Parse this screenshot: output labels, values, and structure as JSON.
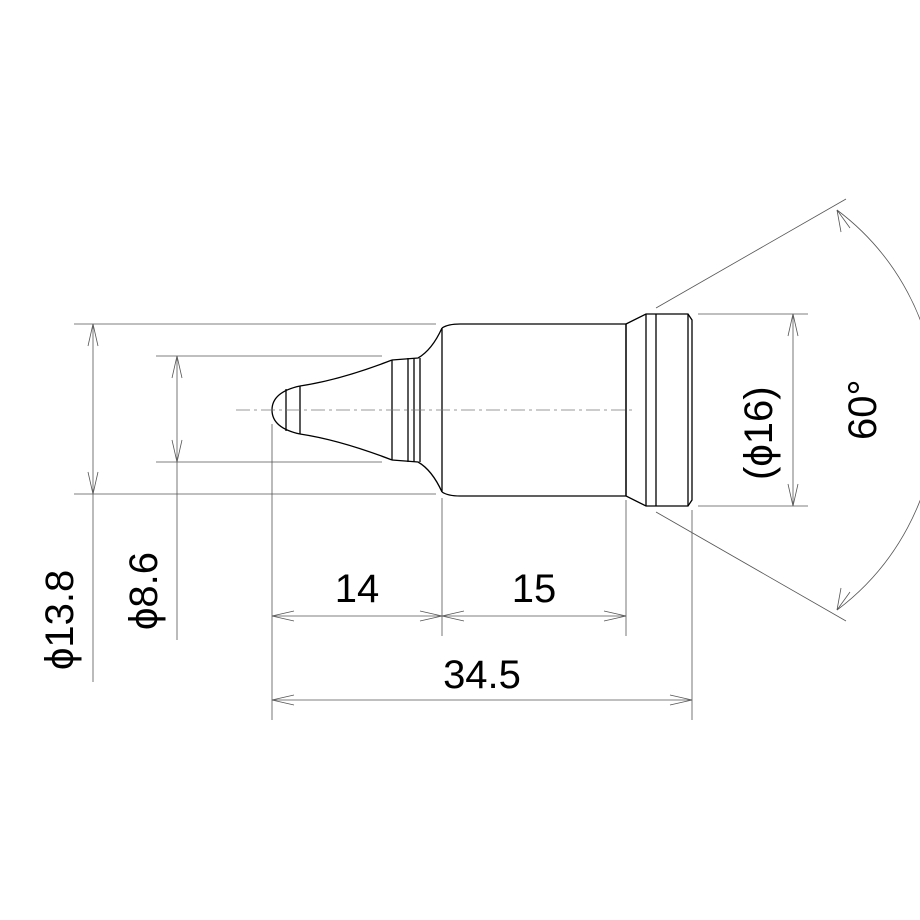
{
  "dimensions": {
    "dia_13_8": "ϕ13.8",
    "dia_8_6": "ϕ8.6",
    "dia_16": "(ϕ16)",
    "len_14": "14",
    "len_15": "15",
    "len_34_5": "34.5",
    "angle_60": "60°"
  }
}
